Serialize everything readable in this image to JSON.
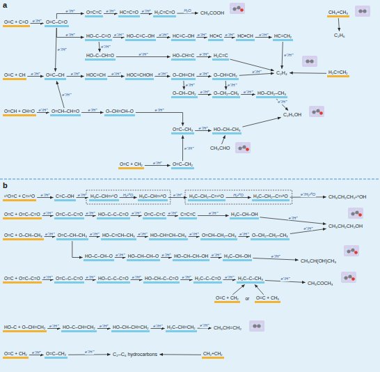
{
  "diagram": {
    "nodes": [
      {
        "text": [
          "O=C=C"
        ]
      },
      {
        "text": [
          "HC=C=O"
        ]
      },
      {
        "text": [
          "H₂C=C=O"
        ]
      },
      {
        "text": [
          "CH₃COOH"
        ]
      },
      {
        "text": [
          "CH₃+CH₃"
        ]
      },
      {
        "text": [
          "C₂H₆"
        ]
      },
      {
        "text": [
          "O=C + C=O"
        ]
      },
      {
        "text": [
          "O=C–C=O"
        ]
      },
      {
        "text": [
          "HO–C–C=O"
        ]
      },
      {
        "text": [
          "HO–C=C–OH"
        ]
      },
      {
        "text": [
          "HC=C–OH"
        ]
      },
      {
        "text": [
          "HC≡C"
        ]
      },
      {
        "text": [
          "HC≡CH"
        ]
      },
      {
        "text": [
          "HC=CH₂"
        ]
      },
      {
        "text": [
          "HO–C–CH=O"
        ]
      },
      {
        "text": [
          "HO–CH=C"
        ]
      },
      {
        "text": [
          "H₂C=C"
        ]
      },
      {
        "text": [
          "C₂H₄"
        ]
      },
      {
        "text": [
          "O=C + CH"
        ]
      },
      {
        "text": [
          "O=C–CH"
        ]
      },
      {
        "text": [
          "HOC=CH"
        ]
      },
      {
        "text": [
          "HOC=CHOH"
        ]
      },
      {
        "text": [
          "O–CH=CH"
        ]
      },
      {
        "text": [
          "O–CH=CH₂"
        ]
      },
      {
        "text": [
          "H₂C=CH₂"
        ]
      },
      {
        "text": [
          "O–CH–CH₂"
        ]
      },
      {
        "text": [
          "O–CH₂–CH₃"
        ]
      },
      {
        "text": [
          "HO–CH₂–CH₃"
        ]
      },
      {
        "text": [
          "O=CH + CH=O"
        ]
      },
      {
        "text": [
          "O=CH–CH=O"
        ]
      },
      {
        "text": [
          "O–CH=CH–O"
        ]
      },
      {
        "text": [
          "C₂H₅OH"
        ]
      },
      {
        "text": [
          "O=C–CH₃"
        ]
      },
      {
        "text": [
          "HO–CH–CH₃"
        ]
      },
      {
        "text": [
          "CH₃CHO"
        ]
      },
      {
        "text": [
          "O=C + CH₂"
        ]
      },
      {
        "text": [
          "O=C–CH₂"
        ]
      },
      {
        "text": [
          "¹⁶O=C + C=¹⁶O"
        ]
      },
      {
        "text": [
          "C=C–OH"
        ]
      },
      {
        "text": [
          "H₃C–CH=¹⁶O"
        ]
      },
      {
        "text": [
          "H₃C–CH=¹⁸O"
        ]
      },
      {
        "text": [
          "H₃C–CH₂–C=¹⁶O"
        ]
      },
      {
        "text": [
          "H₃C–CH₂–C=¹⁸O"
        ]
      },
      {
        "text": [
          "CH₃CH₂CH₂¹⁸OH"
        ]
      },
      {
        "text": [
          "O=C + O=C–C=O"
        ]
      },
      {
        "text": [
          "O=C–C–C=O"
        ]
      },
      {
        "text": [
          "HO–C–C–C=O"
        ]
      },
      {
        "text": [
          "O=C–C=C"
        ]
      },
      {
        "text": [
          "C=C=C"
        ]
      },
      {
        "text": [
          "H₃C–CH–OH"
        ]
      },
      {
        "text": [
          "CH₃CH₂CH₂OH"
        ]
      },
      {
        "text": [
          "O=C + O–CH–CH₃"
        ]
      },
      {
        "text": [
          "O=C–CH–CH₃"
        ]
      },
      {
        "text": [
          "HO–C=CH–CH₃"
        ]
      },
      {
        "text": [
          "HO–CH=CH–CH₃"
        ]
      },
      {
        "text": [
          "O=CH–CH₂–CH₃"
        ]
      },
      {
        "text": [
          "O–CH₂–CH₂–CH₃"
        ]
      },
      {
        "text": [
          "HO–C–CH–O"
        ]
      },
      {
        "text": [
          "HO–CH–CH–O"
        ]
      },
      {
        "text": [
          "HO–CH–CH–OH"
        ]
      },
      {
        "text": [
          "H₃C–CH–OH"
        ]
      },
      {
        "text": [
          "CH₃CH(OH)CH₃"
        ]
      },
      {
        "text": [
          "O=C + O=C–C=O"
        ]
      },
      {
        "text": [
          "O=C–C–C=O"
        ]
      },
      {
        "text": [
          "HO–C–C–C=O"
        ]
      },
      {
        "text": [
          "HO–CH–C–C=O"
        ]
      },
      {
        "text": [
          "H₂C–C–C=O"
        ]
      },
      {
        "text": [
          "H₂C–C–CH₃"
        ]
      },
      {
        "text": [
          "CH₃COCH₃"
        ]
      },
      {
        "text": [
          "O=C + CH₂"
        ]
      },
      {
        "text": [
          "O=C + CH₃"
        ]
      },
      {
        "text": [
          "HO–C + O–CH=CH₂"
        ]
      },
      {
        "text": [
          "HO–C–CH=CH₂"
        ]
      },
      {
        "text": [
          "HO–CH–CH=CH₂"
        ]
      },
      {
        "text": [
          "H₂C–CH=CH₂"
        ]
      },
      {
        "text": [
          "CH₃CH=CH₂"
        ]
      },
      {
        "text": [
          "O=C + CH₂"
        ]
      },
      {
        "text": [
          "O=C–CH₂"
        ]
      },
      {
        "text": [
          "C₂–C₆ hydrocarbons"
        ]
      },
      {
        "text": [
          "CH₂+CH₂"
        ]
      }
    ],
    "edges": [
      {
        "from": 6,
        "to": 7,
        "arrow": "to",
        "label": "e⁻/H⁺"
      },
      {
        "from": 7,
        "to": 0,
        "arrow": "to",
        "label": "e⁻/H⁺"
      },
      {
        "from": 0,
        "to": 1,
        "arrow": "to",
        "label": "e⁻/H⁺"
      },
      {
        "from": 1,
        "to": 2,
        "arrow": "to",
        "label": "e⁻/H⁺"
      },
      {
        "from": 2,
        "to": 3,
        "arrow": "to",
        "label": "H₂O"
      },
      {
        "from": 4,
        "to": 5,
        "arrow": "to"
      },
      {
        "from": 7,
        "to": 8,
        "arrow": "to",
        "label": "e⁻/H⁺"
      },
      {
        "from": 8,
        "to": 9,
        "arrow": "to",
        "label": "e⁻/H⁺"
      },
      {
        "from": 9,
        "to": 10,
        "arrow": "to",
        "label": "e⁻/H⁺"
      },
      {
        "from": 10,
        "to": 11,
        "arrow": "to",
        "label": "e⁻/H⁺"
      },
      {
        "from": 11,
        "to": 12,
        "arrow": "to",
        "label": "e⁻/H⁺"
      },
      {
        "from": 12,
        "to": 13,
        "arrow": "to",
        "label": "e⁻/H⁺"
      },
      {
        "from": 13,
        "to": 17,
        "arrow": "to",
        "label": "e⁻/H⁺"
      },
      {
        "from": 8,
        "to": 14,
        "arrow": "to",
        "label": "e⁻/H⁺"
      },
      {
        "from": 14,
        "to": 15,
        "arrow": "to",
        "label": "e⁻/H⁺"
      },
      {
        "from": 15,
        "to": 16,
        "arrow": "to",
        "label": "e⁻/H⁺"
      },
      {
        "from": 16,
        "to": 17,
        "arrow": "to"
      },
      {
        "from": 18,
        "to": 19,
        "arrow": "to",
        "label": "e⁻/H⁺"
      },
      {
        "from": 7,
        "to": 19,
        "arrow": "to",
        "label": "e⁻/H⁺"
      },
      {
        "from": 19,
        "to": 20,
        "arrow": "to",
        "label": "e⁻/H⁺"
      },
      {
        "from": 20,
        "to": 21,
        "arrow": "to",
        "label": "e⁻/H⁺"
      },
      {
        "from": 21,
        "to": 22,
        "arrow": "to",
        "label": "e⁻/H⁺"
      },
      {
        "from": 22,
        "to": 23,
        "arrow": "to",
        "label": "e⁻/H⁺"
      },
      {
        "from": 23,
        "to": 17,
        "arrow": "to",
        "label": "e⁻/H⁺"
      },
      {
        "from": 24,
        "to": 17,
        "arrow": "to"
      },
      {
        "from": 22,
        "to": 25,
        "arrow": "to",
        "label": "e⁻/H⁺"
      },
      {
        "from": 23,
        "to": 26,
        "arrow": "to",
        "label": "e⁻/H⁺"
      },
      {
        "from": 25,
        "to": 26,
        "arrow": "to",
        "label": "e⁻/H⁺"
      },
      {
        "from": 26,
        "to": 27,
        "arrow": "to",
        "label": "e⁻/H⁺"
      },
      {
        "from": 27,
        "to": 31,
        "arrow": "to",
        "label": "e⁻/H⁺"
      },
      {
        "from": 28,
        "to": 29,
        "arrow": "to",
        "label": "e⁻/H⁺"
      },
      {
        "from": 29,
        "to": 19,
        "arrow": "to",
        "label": "e⁻/H⁺"
      },
      {
        "from": 29,
        "to": 30,
        "arrow": "to",
        "label": "e⁻/H⁺"
      },
      {
        "from": 30,
        "to": 32,
        "arrow": "to",
        "label": "e⁻/H⁺"
      },
      {
        "from": 32,
        "to": 33,
        "arrow": "to",
        "label": "e⁻/H⁺"
      },
      {
        "from": 33,
        "to": 31,
        "arrow": "to"
      },
      {
        "from": 34,
        "to": 33,
        "arrow": "to"
      },
      {
        "from": 35,
        "to": 36,
        "arrow": "to",
        "label": "e⁻/H⁺"
      },
      {
        "from": 36,
        "to": 32,
        "arrow": "to",
        "label": "e⁻/H⁺"
      },
      {
        "from": 37,
        "to": 38,
        "arrow": "to",
        "label": "e⁻/H⁺"
      },
      {
        "from": 38,
        "to": 39,
        "arrow": "to",
        "label": "e⁻/H⁺"
      },
      {
        "from": 39,
        "to": 40,
        "arrow": "to",
        "label": "H₂¹⁸O"
      },
      {
        "from": 40,
        "to": 41,
        "arrow": "to",
        "label": "e⁻/H⁺"
      },
      {
        "from": 41,
        "to": 42,
        "arrow": "to",
        "label": "H₂¹⁸O"
      },
      {
        "from": 42,
        "to": 43,
        "arrow": "to",
        "label": "e⁻/H₂¹⁸O"
      },
      {
        "from": 44,
        "to": 45,
        "arrow": "to",
        "label": "e⁻/H⁺"
      },
      {
        "from": 45,
        "to": 46,
        "arrow": "to",
        "label": "e⁻/H⁺"
      },
      {
        "from": 46,
        "to": 47,
        "arrow": "to",
        "label": "e⁻/H⁺"
      },
      {
        "from": 47,
        "to": 48,
        "arrow": "to",
        "label": "e⁻/H⁺"
      },
      {
        "from": 48,
        "to": 49,
        "arrow": "to",
        "label": "e⁻/H⁺"
      },
      {
        "from": 49,
        "to": 50,
        "arrow": "to",
        "label": "e⁻/H⁺"
      },
      {
        "from": 51,
        "to": 52,
        "arrow": "to",
        "label": "e⁻/H⁺"
      },
      {
        "from": 52,
        "to": 53,
        "arrow": "to",
        "label": "e⁻/H⁺"
      },
      {
        "from": 53,
        "to": 54,
        "arrow": "to",
        "label": "e⁻/H⁺"
      },
      {
        "from": 54,
        "to": 55,
        "arrow": "to",
        "label": "e⁻/H⁺"
      },
      {
        "from": 55,
        "to": 56,
        "arrow": "to",
        "label": "e⁻/H⁺"
      },
      {
        "from": 56,
        "to": 50,
        "arrow": "to",
        "label": "e⁻/H⁺"
      },
      {
        "from": 52,
        "to": 57,
        "arrow": "to"
      },
      {
        "from": 57,
        "to": 58,
        "arrow": "to",
        "label": "e⁻/H⁺"
      },
      {
        "from": 58,
        "to": 59,
        "arrow": "to",
        "label": "e⁻/H⁺"
      },
      {
        "from": 59,
        "to": 60,
        "arrow": "to",
        "label": "e⁻/H⁺"
      },
      {
        "from": 60,
        "to": 61,
        "arrow": "to",
        "label": "e⁻/H⁺"
      },
      {
        "from": 62,
        "to": 63,
        "arrow": "to",
        "label": "e⁻/H⁺"
      },
      {
        "from": 63,
        "to": 64,
        "arrow": "to",
        "label": "e⁻/H⁺"
      },
      {
        "from": 64,
        "to": 65,
        "arrow": "to",
        "label": "e⁻/H⁺"
      },
      {
        "from": 65,
        "to": 66,
        "arrow": "to",
        "label": "e⁻/H⁺"
      },
      {
        "from": 66,
        "to": 67,
        "arrow": "to",
        "label": "e⁻/H⁺"
      },
      {
        "from": 67,
        "to": 68,
        "arrow": "to",
        "label": "e⁻/H⁺"
      },
      {
        "from": 69,
        "to": 67,
        "arrow": "to"
      },
      {
        "from": 70,
        "to": 67,
        "arrow": "to"
      },
      {
        "from": 71,
        "to": 72,
        "arrow": "to",
        "label": "e⁻/H⁺"
      },
      {
        "from": 72,
        "to": 73,
        "arrow": "to",
        "label": "e⁻/H⁺"
      },
      {
        "from": 73,
        "to": 74,
        "arrow": "to",
        "label": "e⁻/H⁺"
      },
      {
        "from": 74,
        "to": 75,
        "arrow": "to",
        "label": "e⁻/H⁺"
      },
      {
        "from": 76,
        "to": 77,
        "arrow": "to",
        "label": "e⁻/H⁺"
      },
      {
        "from": 77,
        "to": 78,
        "arrow": "to",
        "label": "e⁻/H⁺"
      },
      {
        "from": 79,
        "to": 78,
        "arrow": "to"
      }
    ],
    "labels": [
      "a",
      "b",
      "or"
    ]
  }
}
